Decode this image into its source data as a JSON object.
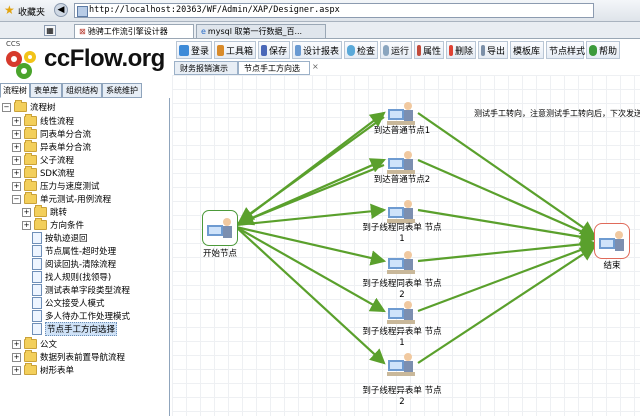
{
  "browser": {
    "favorites": "收藏夹",
    "url": "http://localhost:20363/WF/Admin/XAP/Designer.aspx",
    "tabs": [
      {
        "label": "驰骋工作流引擎设计器"
      },
      {
        "label": "mysql 取第一行数据_百..."
      }
    ]
  },
  "app": {
    "logo_text": "ccFlow.org",
    "logo_small": "CCS"
  },
  "toolbar": {
    "buttons": [
      {
        "label": "登录"
      },
      {
        "label": "工具箱"
      },
      {
        "label": "保存"
      },
      {
        "label": "设计报表"
      },
      {
        "label": "检查"
      },
      {
        "label": "运行"
      },
      {
        "label": "属性"
      },
      {
        "label": "删除"
      },
      {
        "label": "导出"
      },
      {
        "label": "模板库"
      },
      {
        "label": "节点样式"
      },
      {
        "label": "帮助"
      }
    ]
  },
  "left_tabs": [
    {
      "label": "流程树"
    },
    {
      "label": "表单库"
    },
    {
      "label": "组织结构"
    },
    {
      "label": "系统维护"
    }
  ],
  "tree": {
    "root": "流程树",
    "items": [
      {
        "label": "线性流程"
      },
      {
        "label": "同表单分合流"
      },
      {
        "label": "异表单分合流"
      },
      {
        "label": "父子流程"
      },
      {
        "label": "SDK流程"
      },
      {
        "label": "压力与速度测试"
      },
      {
        "label": "单元测试-用例流程"
      },
      {
        "label": "跳转"
      },
      {
        "label": "方向条件"
      },
      {
        "label": "按轨迹退回"
      },
      {
        "label": "节点属性-超时处理"
      },
      {
        "label": "阅读回执-清除流程"
      },
      {
        "label": "找人规则(找领导)"
      },
      {
        "label": "测试表单字段类型流程"
      },
      {
        "label": "公文接受人模式"
      },
      {
        "label": "多人待办工作处理模式"
      },
      {
        "label": "节点手工方向选择"
      },
      {
        "label": "公文"
      },
      {
        "label": "数据列表前置导航流程"
      },
      {
        "label": "树形表单"
      }
    ]
  },
  "designer_tabs": [
    {
      "label": "财务报销演示"
    },
    {
      "label": "节点手工方向选择"
    }
  ],
  "designer": {
    "note": "测试手工转向，注意测试手工转向后，下次发送是的节",
    "nodes": [
      {
        "label": "开始节点"
      },
      {
        "label": "到达普通节点1"
      },
      {
        "label": "到达普通节点2"
      },
      {
        "label": "到子线程同表单 节点1"
      },
      {
        "label": "到子线程同表单 节点2"
      },
      {
        "label": "到子线程异表单 节点1"
      },
      {
        "label": "到子线程异表单 节点2"
      },
      {
        "label": "结束"
      }
    ]
  },
  "colors": {
    "line": "#5aa02c",
    "selected_start_border": "#4c9a3a",
    "end_border": "#e06a5a"
  }
}
